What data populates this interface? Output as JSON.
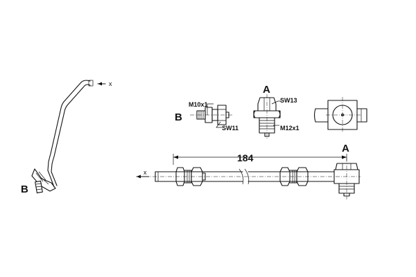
{
  "labels": {
    "view_a": "A",
    "detail_b_overview": "B",
    "detail_b": "B",
    "end_a": "A",
    "thread_b": "M10x1",
    "wrench_b": "SW11",
    "wrench_a": "SW13",
    "thread_a": "M12x1",
    "length": "184",
    "axis_x_overview": "x",
    "axis_x_hose": "x"
  },
  "dimensions": {
    "hose_length": 184
  }
}
